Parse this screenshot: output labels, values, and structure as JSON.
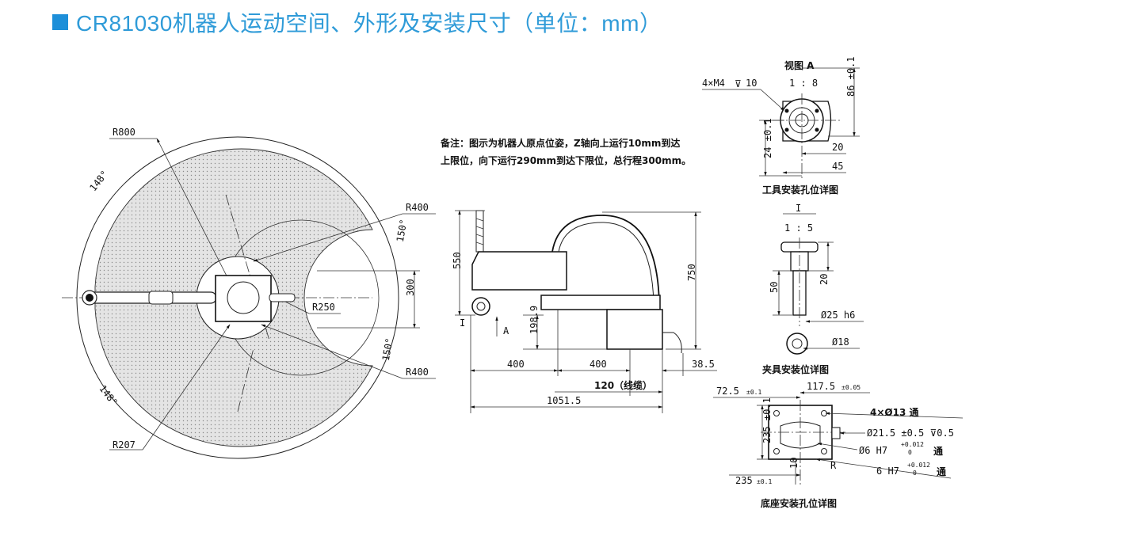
{
  "title": "CR81030机器人运动空间、外形及安装尺寸（单位：mm）",
  "colors": {
    "accent": "#1d8fd9",
    "title_text": "#2f9bd8",
    "line": "#222222",
    "workspace_fill": "#dcdcdc"
  },
  "top_view": {
    "r800": "R800",
    "r400_top": "R400",
    "r400_bottom": "R400",
    "r250": "R250",
    "r207": "R207",
    "angle_148_top": "148°",
    "angle_148_bottom": "148°",
    "angle_150_top": "150°",
    "angle_150_bottom": "150°",
    "dim_300": "300"
  },
  "side_view": {
    "note_line1": "备注：图示为机器人原点位姿，Z轴向上运行10mm到达",
    "note_line2": "上限位，向下运行290mm到达下限位，总行程300mm。",
    "dim_550": "550",
    "dim_750": "750",
    "dim_198_9": "198.9",
    "dim_400_a": "400",
    "dim_400_b": "400",
    "dim_38_5": "38.5",
    "dim_120": "120（线缆）",
    "dim_1051_5": "1051.5",
    "label_a": "A",
    "label_i": "I"
  },
  "view_a": {
    "title": "视图 A",
    "scale": "1 : 8",
    "holes": "4×M4",
    "depth_sym": "⊽",
    "depth_val": "10",
    "dim_86": "86 ±0.1",
    "dim_24": "24 ±0.1",
    "dim_20": "20",
    "dim_45": "45",
    "caption": "工具安装孔位详图"
  },
  "view_i": {
    "label": "I",
    "scale": "1 : 5",
    "dim_50": "50",
    "dim_20": "20",
    "dia_25": "Ø25 h6",
    "dia_18": "Ø18",
    "caption": "夹具安装位详图"
  },
  "base_view": {
    "dim_72_5": "72.5",
    "tol_72_5": "±0.1",
    "dim_117_5": "117.5",
    "tol_117_5": "±0.05",
    "holes_13": "4×Ø13 通",
    "hole_21_5": "Ø21.5 ±0.5 ⊽0.5",
    "hole_6h7_a": "Ø6 H7",
    "hole_6h7_b": "6 H7",
    "tol_h7_upper": "+0.012",
    "tol_h7_lower": "0",
    "through": "通",
    "dim_235_v": "235 ±0.1",
    "dim_235_h": "235",
    "tol_235_h": "±0.1",
    "dim_10": "10",
    "label_r": "R",
    "caption": "底座安装孔位详图"
  }
}
